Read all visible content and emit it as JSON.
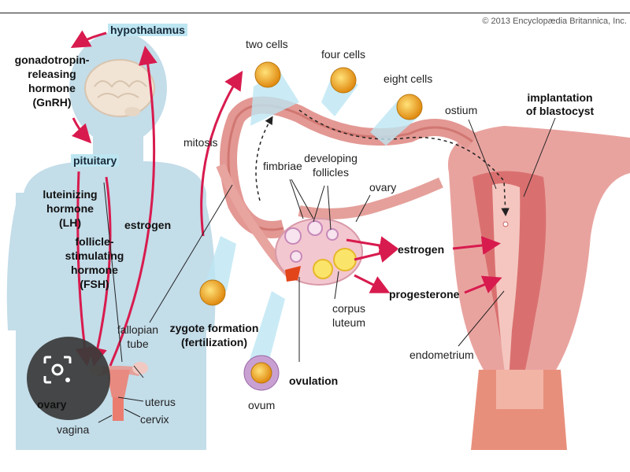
{
  "copyright": "© 2013 Encyclopædia Britannica, Inc.",
  "labels": {
    "hypothalamus": "hypothalamus",
    "gnrh_1": "gonadotropin-",
    "gnrh_2": "releasing",
    "gnrh_3": "hormone",
    "gnrh_4": "(GnRH)",
    "pituitary": "pituitary",
    "lh_1": "luteinizing",
    "lh_2": "hormone",
    "lh_3": "(LH)",
    "estrogen_left": "estrogen",
    "fsh_1": "follicle-",
    "fsh_2": "stimulating",
    "fsh_3": "hormone",
    "fsh_4": "(FSH)",
    "fallopian_1": "fallopian",
    "fallopian_2": "tube",
    "uterus": "uterus",
    "cervix": "cervix",
    "vagina": "vagina",
    "ovary_small": "ovary",
    "two_cells": "two cells",
    "four_cells": "four cells",
    "eight_cells": "eight cells",
    "mitosis": "mitosis",
    "ostium": "ostium",
    "implantation_1": "implantation",
    "implantation_2": "of blastocyst",
    "fimbriae": "fimbriae",
    "developing_1": "developing",
    "developing_2": "follicles",
    "ovary": "ovary",
    "estrogen_right": "estrogen",
    "progesterone": "progesterone",
    "zygote_1": "zygote formation",
    "zygote_2": "(fertilization)",
    "corpus_1": "corpus",
    "corpus_2": "luteum",
    "endometrium": "endometrium",
    "ovulation": "ovulation",
    "ovum": "ovum"
  },
  "colors": {
    "silhouette": "#c3dde9",
    "tissue": "#e69a96",
    "tissue_dark": "#c95f5f",
    "arrow": "#d81b4e",
    "cell": "#f2b22a",
    "highlight": "#bde6f2"
  },
  "overlay": {
    "icon": "lens-icon"
  }
}
